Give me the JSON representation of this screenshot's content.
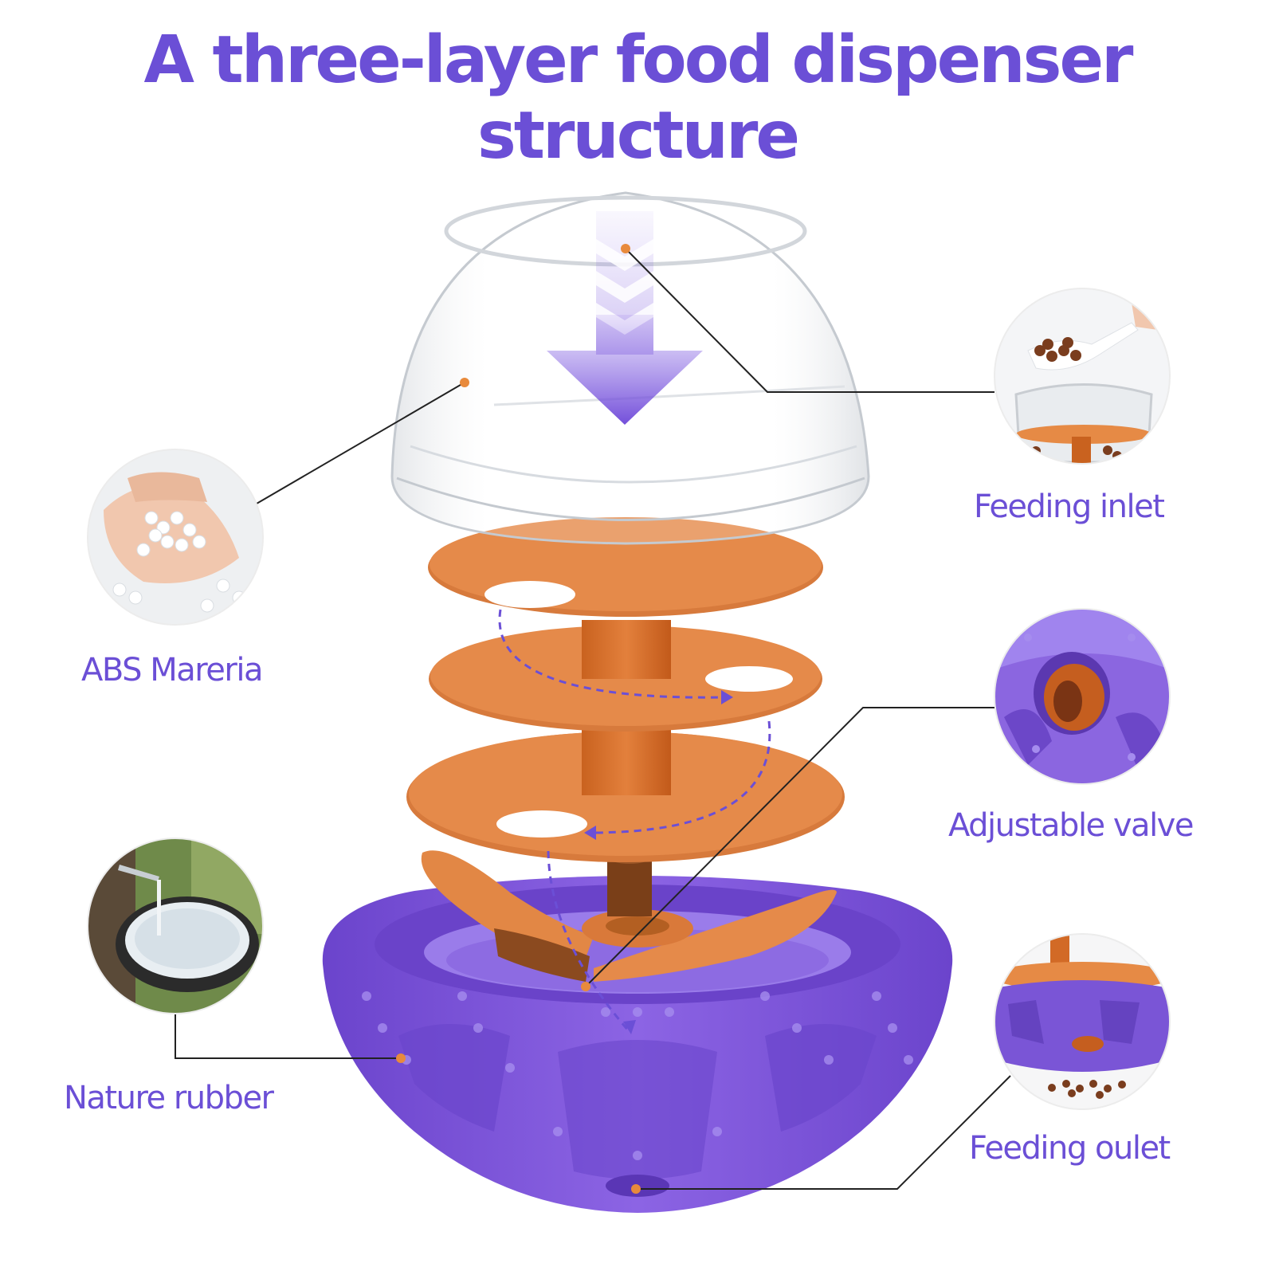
{
  "title": "A three-layer food dispenser structure",
  "labels": {
    "abs_material": "ABS Mareria",
    "nature_rubber": "Nature rubber",
    "feeding_inlet": "Feeding inlet",
    "adjustable_valve": "Adjustable valve",
    "feeding_outlet": "Feeding oulet"
  },
  "colors": {
    "accent": "#6b4fd6",
    "orange": "#e58a4a",
    "purple_rubber": "#7a55d6",
    "leader_line": "#222222",
    "marker_dot": "#e88a3c"
  },
  "icons": [
    "down-arrow-icon",
    "chevron-icon",
    "dashed-flow-arrow-icon"
  ]
}
